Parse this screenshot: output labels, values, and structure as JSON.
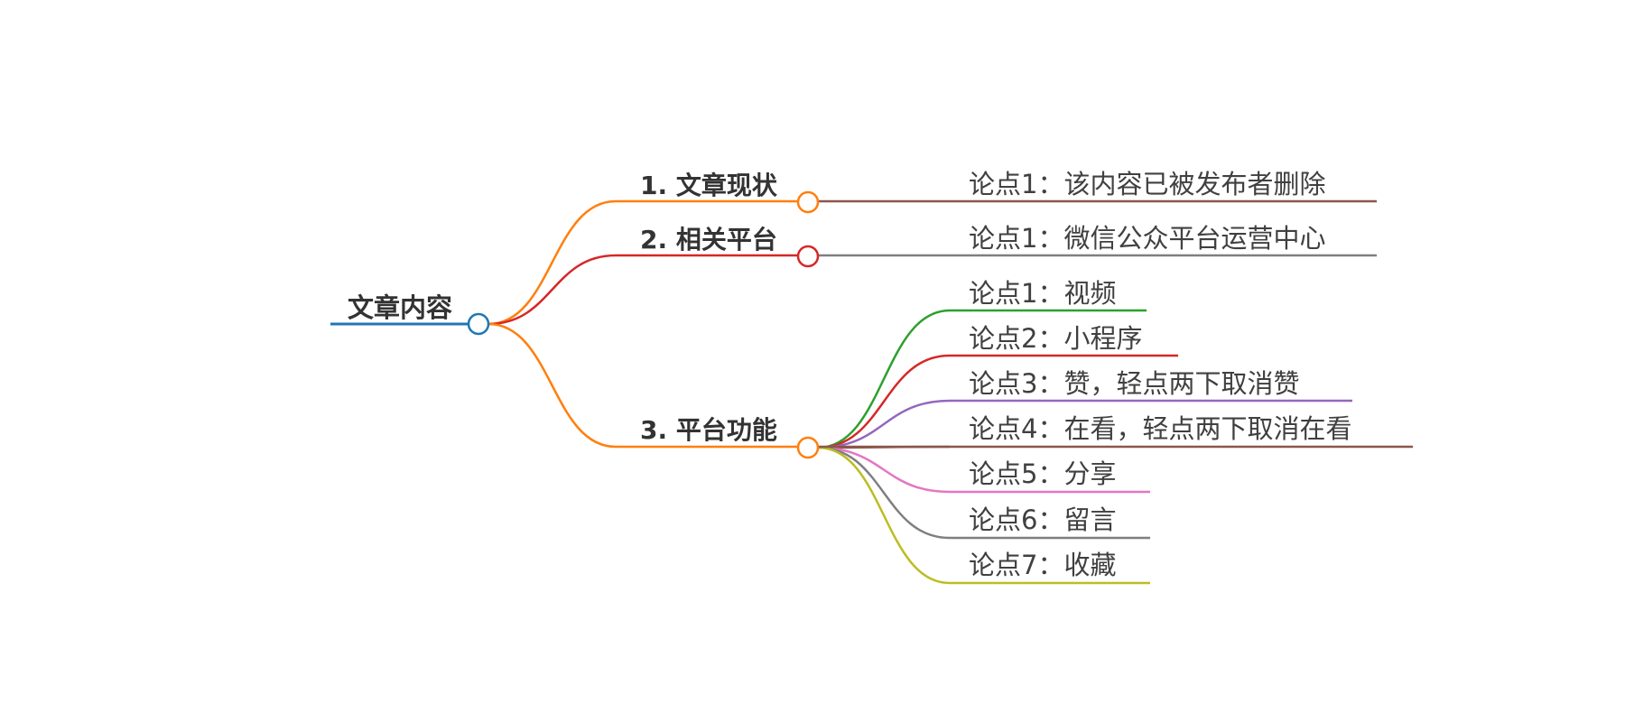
{
  "root": {
    "label": "文章内容",
    "color": "#1f77b4"
  },
  "branches": [
    {
      "label": "1. 文章现状",
      "color": "#ff7f0e",
      "children": [
        {
          "label": "论点1：该内容已被发布者删除",
          "color": "#8c564b"
        }
      ]
    },
    {
      "label": "2. 相关平台",
      "color": "#d62728",
      "children": [
        {
          "label": "论点1：微信公众平台运营中心",
          "color": "#7f7f7f"
        }
      ]
    },
    {
      "label": "3. 平台功能",
      "color": "#ff7f0e",
      "children": [
        {
          "label": "论点1：视频",
          "color": "#2ca02c"
        },
        {
          "label": "论点2：小程序",
          "color": "#d62728"
        },
        {
          "label": "论点3：赞，轻点两下取消赞",
          "color": "#9467bd"
        },
        {
          "label": "论点4：在看，轻点两下取消在看",
          "color": "#8c564b"
        },
        {
          "label": "论点5：分享",
          "color": "#e377c2"
        },
        {
          "label": "论点6：留言",
          "color": "#7f7f7f"
        },
        {
          "label": "论点7：收藏",
          "color": "#bcbd22"
        }
      ]
    }
  ]
}
